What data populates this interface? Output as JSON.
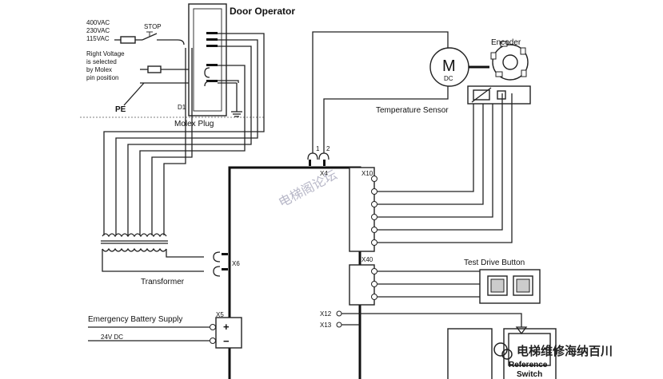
{
  "supply_voltages": [
    "400VAC",
    "230VAC",
    "115VAC"
  ],
  "stop_label": "STOP",
  "voltage_note": [
    "Right Voltage",
    "is selected",
    "by Molex",
    "pin position"
  ],
  "pe_label": "PE",
  "d1_label": "D1",
  "door_operator_title": "Door Operator",
  "molex_plug_label": "Molex Plug",
  "motor": {
    "symbol": "M",
    "type": "DC"
  },
  "encoder_label": "Encoder",
  "temperature_sensor_label": "Temperature Sensor",
  "connectors": {
    "x4": "X4",
    "x4_pins": [
      "1",
      "2"
    ],
    "x10": "X10",
    "x40": "X40",
    "x6": "X6",
    "x5": "X5",
    "x12": "X12",
    "x13": "X13"
  },
  "transformer_label": "Transformer",
  "battery_label": "Emergency Battery Supply",
  "battery_voltage": "24V DC",
  "battery_plus": "+",
  "battery_minus": "−",
  "test_drive_label": "Test Drive Button",
  "reference_switch_label": [
    "Reference",
    "Switch"
  ],
  "watermark_center": "电梯阁论坛",
  "watermark_corner": "电梯维修海纳百川"
}
